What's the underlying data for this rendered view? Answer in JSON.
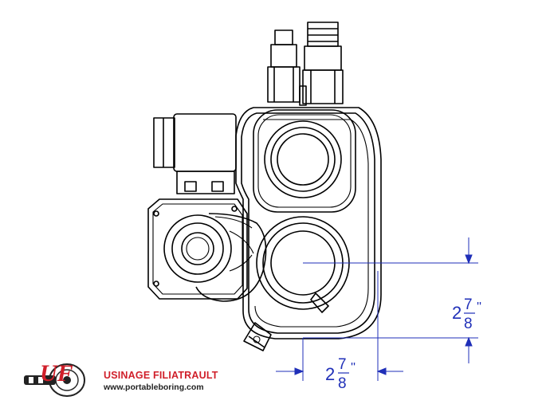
{
  "dimensions": {
    "vertical": {
      "whole": "2",
      "numerator": "7",
      "denominator": "8",
      "unit_mark": "''"
    },
    "horizontal": {
      "whole": "2",
      "numerator": "7",
      "denominator": "8",
      "unit_mark": "''"
    }
  },
  "logo": {
    "monogram": "UF",
    "company_name": "USINAGE FILIATRAULT",
    "website": "www.portableboring.com"
  },
  "colors": {
    "drawing_line": "#000000",
    "dimension_line": "#1f2fb8",
    "brand_red": "#d01f2a"
  }
}
